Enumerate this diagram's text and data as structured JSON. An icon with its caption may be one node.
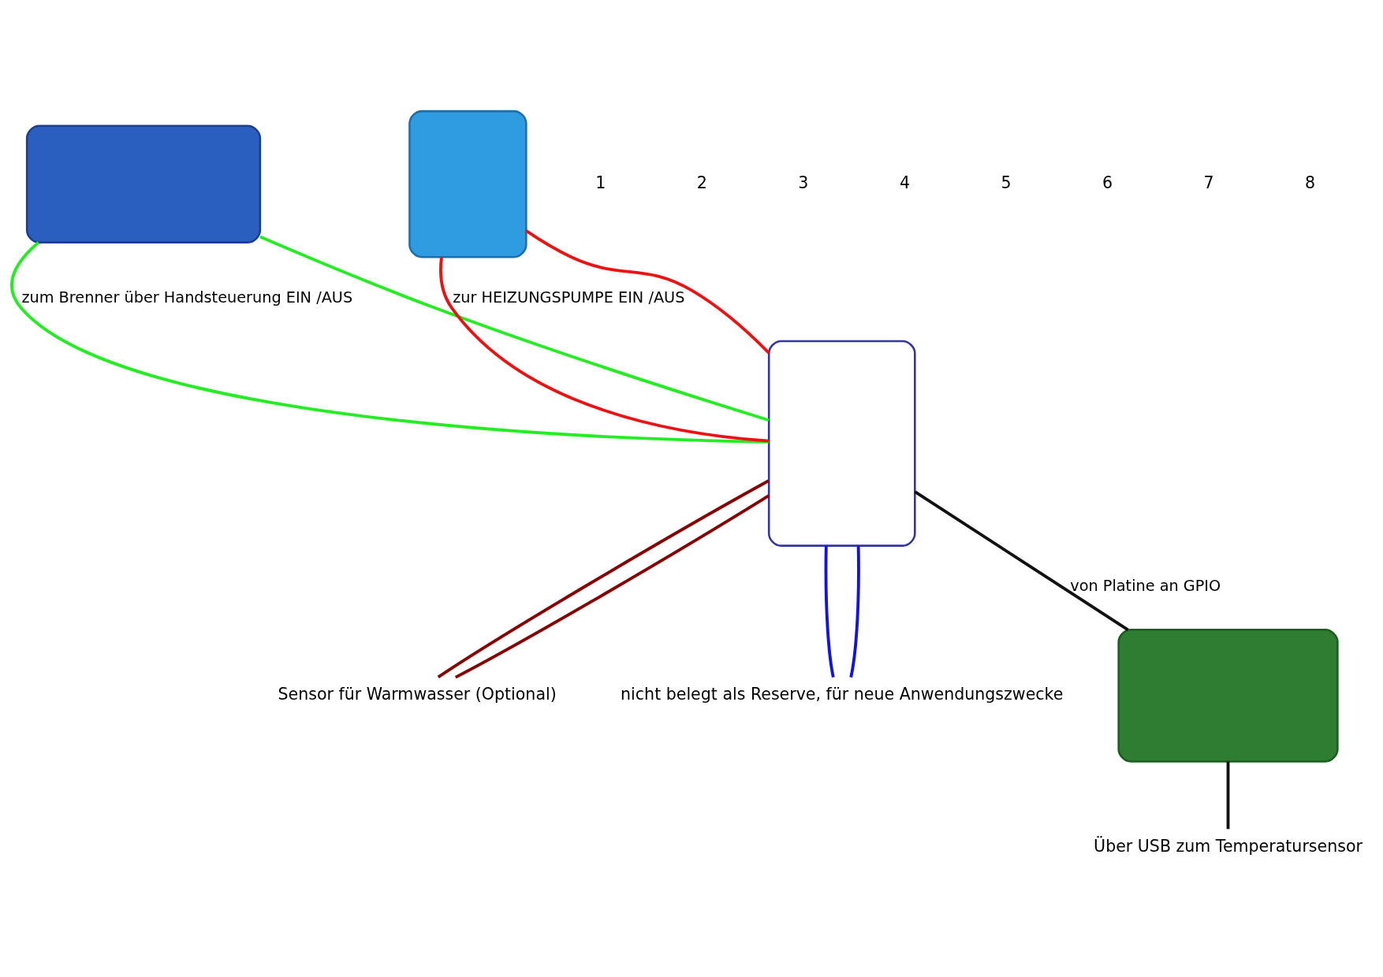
{
  "diagram": {
    "nodes": [
      {
        "text": [],
        "shape": "box"
      },
      {
        "text": [],
        "shape": "box"
      },
      {
        "text": [],
        "shape": "box"
      },
      {
        "text": [
          "Sensor für Warmwasser (Optional)"
        ]
      },
      {
        "text": [
          "nicht belegt als Reserve, für neue Anwendungszwecke"
        ]
      },
      {
        "text": [
          "Über USB zum Temperatursensor"
        ]
      },
      {
        "text": [],
        "shape": "box"
      }
    ],
    "edges": [
      {
        "from": 0,
        "to": 2,
        "arrow": "none",
        "color": "#22ee22",
        "label": "zum Brenner über Handsteuerung EIN /AUS"
      },
      {
        "from": 0,
        "to": 2,
        "arrow": "none",
        "color": "#22ee22"
      },
      {
        "from": 1,
        "to": 2,
        "arrow": "none",
        "color": "#ee1111",
        "label": "zur HEIZUNGSPUMPE EIN /AUS"
      },
      {
        "from": 1,
        "to": 2,
        "arrow": "none",
        "color": "#ee1111"
      },
      {
        "from": 2,
        "to": 3,
        "arrow": "none",
        "color": "#880000"
      },
      {
        "from": 2,
        "to": 3,
        "arrow": "none",
        "color": "#880000"
      },
      {
        "from": 2,
        "to": 4,
        "arrow": "none",
        "color": "#1111ee"
      },
      {
        "from": 2,
        "to": 4,
        "arrow": "none",
        "color": "#1111ee"
      },
      {
        "from": 2,
        "to": 6,
        "arrow": "none",
        "color": "#111111",
        "label": "von Platine an GPIO"
      },
      {
        "from": 6,
        "to": 5,
        "arrow": "none",
        "color": "#111111"
      }
    ],
    "labels": [
      "1",
      "2",
      "3",
      "4",
      "5",
      "6",
      "7",
      "8"
    ]
  }
}
